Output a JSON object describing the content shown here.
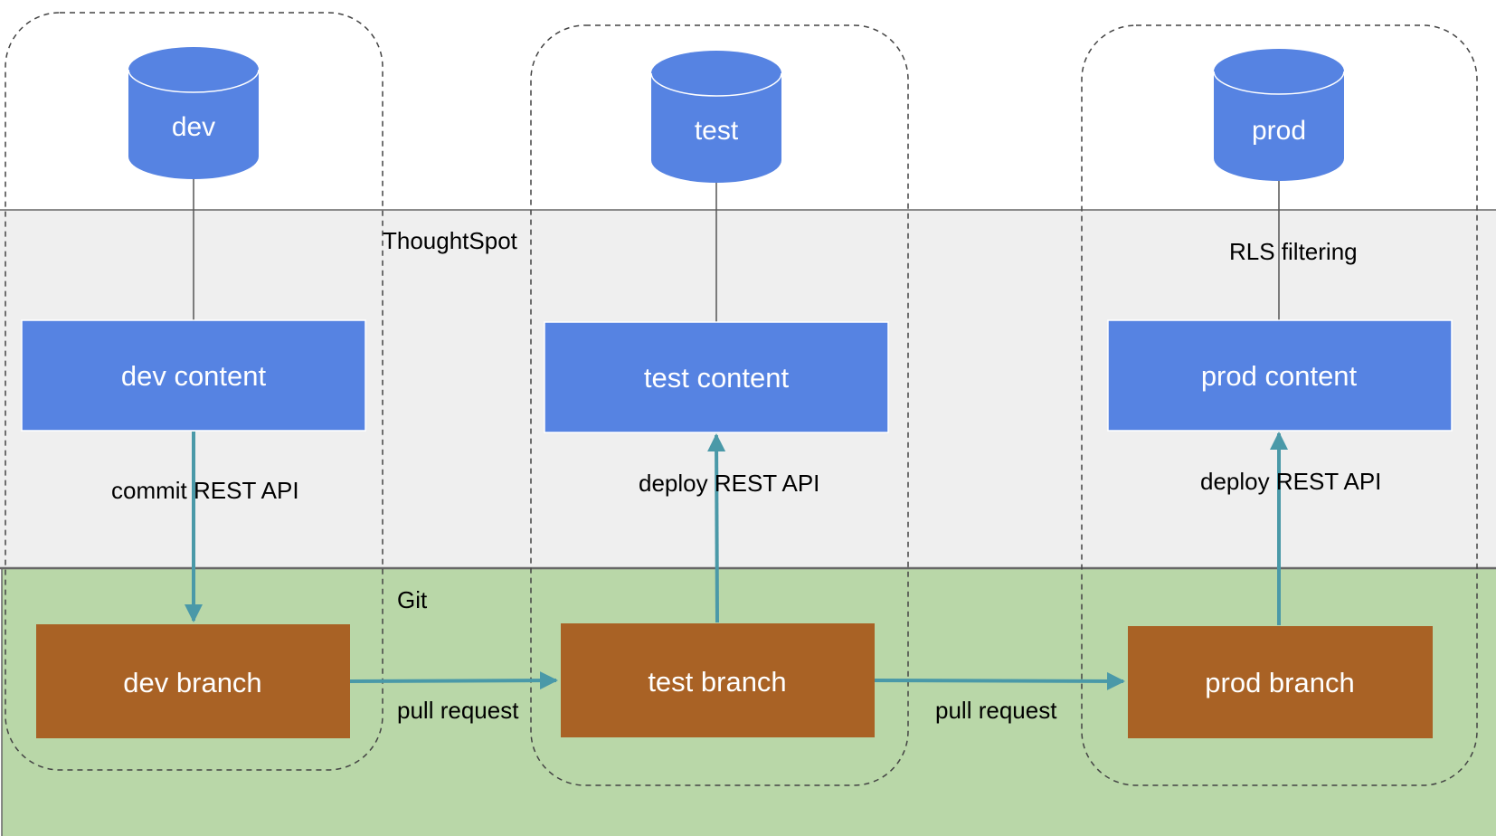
{
  "colors": {
    "thoughtspot_band": "#efefef",
    "git_band": "#b9d7a8",
    "database": "#5683e2",
    "content_box": "#5683e2",
    "branch_box": "#a96225",
    "arrow": "#4a99a8",
    "connector": "#555555",
    "env_outline": "#444444"
  },
  "bands": {
    "thoughtspot": "ThoughtSpot",
    "git": "Git"
  },
  "environments": {
    "dev": {
      "database": "dev",
      "content": "dev content",
      "branch": "dev branch",
      "api_label": "commit REST API"
    },
    "test": {
      "database": "test",
      "content": "test content",
      "branch": "test branch",
      "api_label": "deploy REST API"
    },
    "prod": {
      "database": "prod",
      "content": "prod content",
      "branch": "prod branch",
      "api_label": "deploy REST API",
      "filter_label": "RLS filtering"
    }
  },
  "pull_requests": {
    "dev_to_test": "pull request",
    "test_to_prod": "pull request"
  }
}
